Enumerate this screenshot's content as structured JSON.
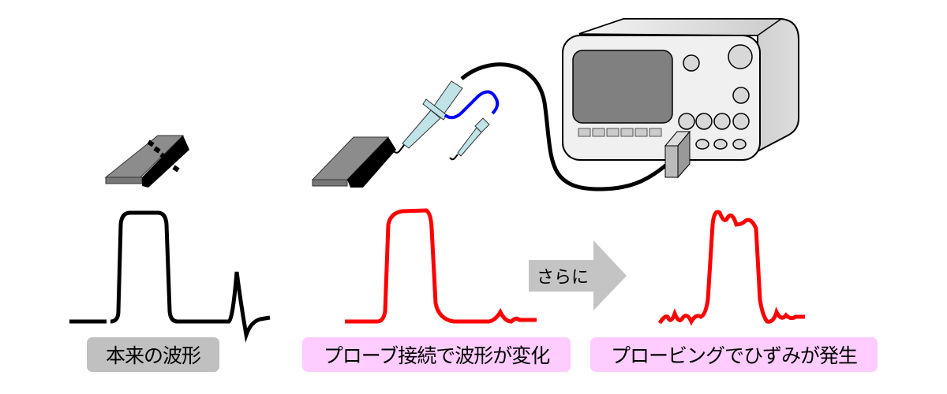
{
  "labels": {
    "original": "本来の波形",
    "probe_connected": "プローブ接続で波形が変化",
    "probing_distortion": "プロービングでひずみが発生"
  },
  "arrow": {
    "label": "さらに"
  },
  "colors": {
    "original_wave": "#000000",
    "changed_wave": "#ff0000",
    "probe": "#bfe3e6",
    "ground_lead": "#0000ff",
    "label_gray": "#c0c0c0",
    "label_pink": "#ffccff"
  }
}
